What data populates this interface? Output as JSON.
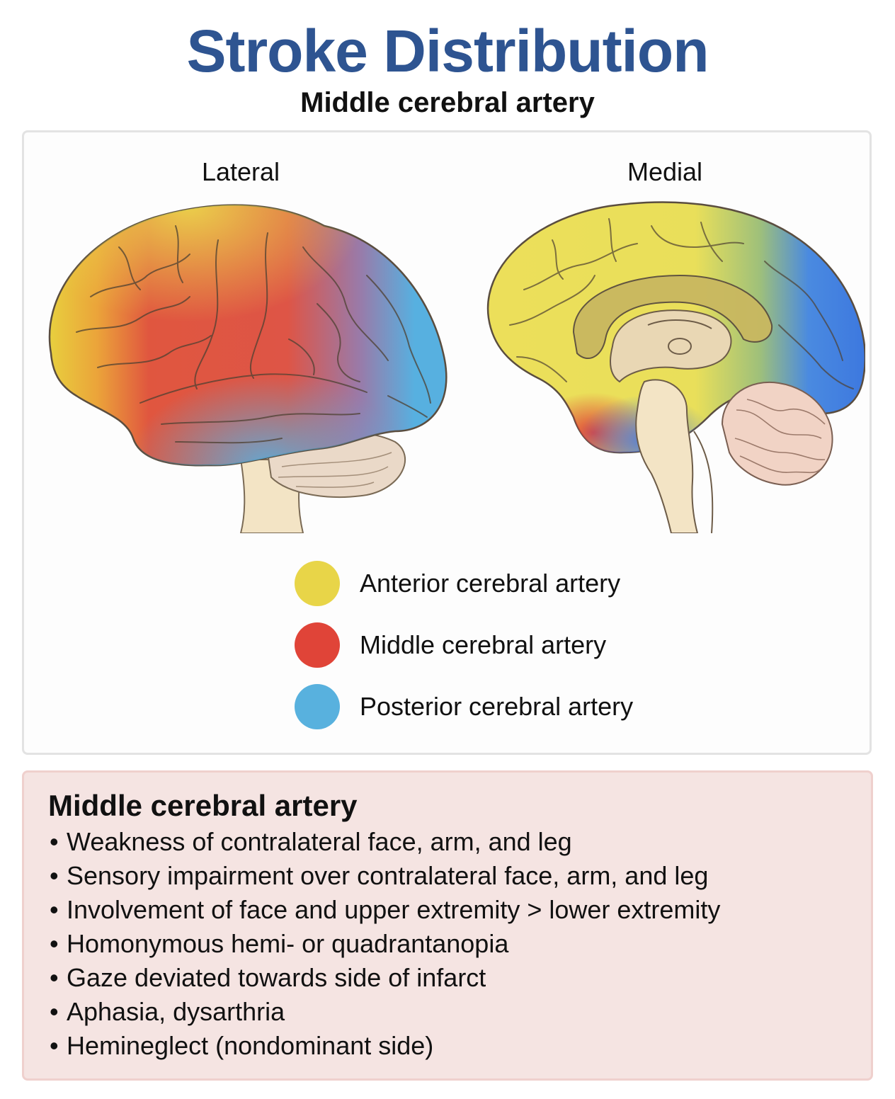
{
  "header": {
    "title": "Stroke Distribution",
    "subtitle": "Middle cerebral artery"
  },
  "views": {
    "lateral": "Lateral",
    "medial": "Medial"
  },
  "legend": [
    {
      "label": "Anterior cerebral artery",
      "color": "#e8d548"
    },
    {
      "label": "Middle cerebral artery",
      "color": "#e04438"
    },
    {
      "label": "Posterior cerebral artery",
      "color": "#58b1de"
    }
  ],
  "info": {
    "title": "Middle cerebral artery",
    "items": [
      "Weakness of contralateral face, arm, and leg",
      "Sensory impairment over contralateral face, arm, and leg",
      "Involvement of face and upper extremity > lower extremity",
      "Homonymous hemi- or quadrantanopia",
      "Gaze deviated towards side of infarct",
      "Aphasia, dysarthria",
      "Hemineglect (nondominant side)"
    ],
    "bullet": "•"
  }
}
